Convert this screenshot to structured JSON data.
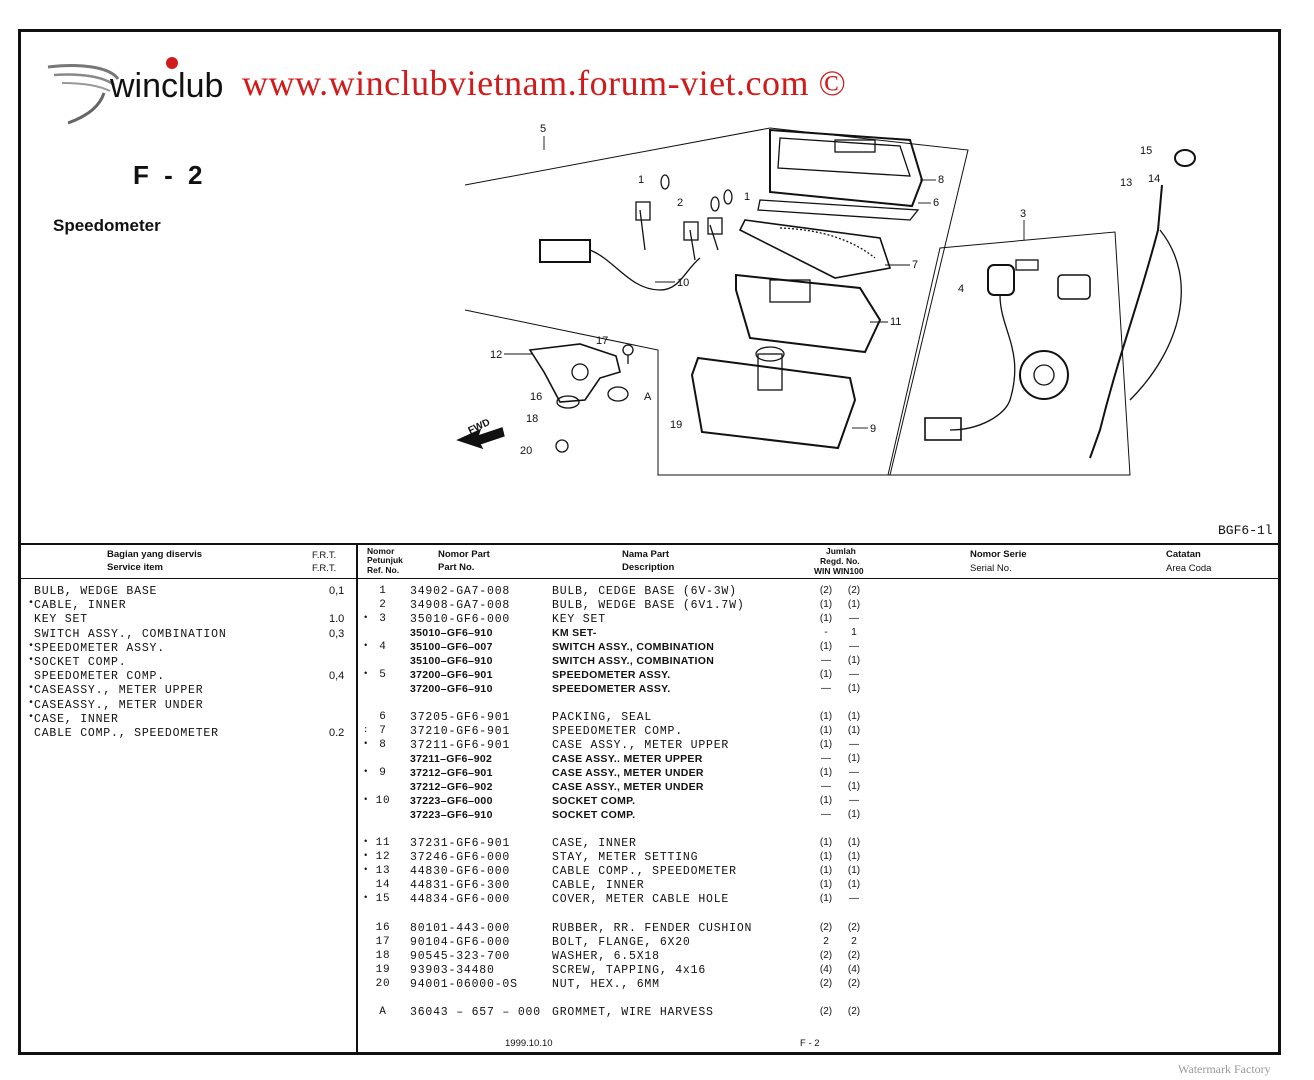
{
  "brand": {
    "logo_text": "winclub",
    "site_url": "www.winclubvietnam.forum-viet.com ©"
  },
  "page": {
    "code": "F - 2",
    "title": "Speedometer",
    "ref_code": "BGF6-1l"
  },
  "headers": {
    "service_line1": "Bagian yang diservis",
    "service_line2": "Service item",
    "frt1": "F.R.T.",
    "frt2": "F.R.T.",
    "ref_line1": "Nomor",
    "ref_line2": "Petunjuk",
    "ref_line3": "Ref. No.",
    "part_line1": "Nomor Part",
    "part_line2": "Part No.",
    "desc_line1": "Nama Part",
    "desc_line2": "Description",
    "qty_line1": "Jumlah",
    "qty_line2": "Regd. No.",
    "qty_line3": "WIN WIN100",
    "serial_line1": "Nomor Serie",
    "serial_line2": "Serial No.",
    "notes_line1": "Catatan",
    "notes_line2": "Area Coda"
  },
  "service_items": [
    {
      "mark": "",
      "name": "BULB, WEDGE BASE",
      "frt": "0,1"
    },
    {
      "mark": "•",
      "name": "CABLE, INNER",
      "frt": ""
    },
    {
      "mark": "",
      "name": "KEY SET",
      "frt": "1.0"
    },
    {
      "mark": "",
      "name": "SWITCH ASSY., COMBINATION",
      "frt": "0,3"
    },
    {
      "mark": "•",
      "name": "SPEEDOMETER ASSY.",
      "frt": ""
    },
    {
      "mark": "•",
      "name": "SOCKET COMP.",
      "frt": ""
    },
    {
      "mark": "",
      "name": "SPEEDOMETER COMP.",
      "frt": "0,4"
    },
    {
      "mark": "•",
      "name": "CASEASSY., METER UPPER",
      "frt": ""
    },
    {
      "mark": "•",
      "name": "CASEASSY., METER UNDER",
      "frt": ""
    },
    {
      "mark": "•",
      "name": "CASE, INNER",
      "frt": ""
    },
    {
      "mark": "",
      "name": "CABLE COMP., SPEEDOMETER",
      "frt": "0.2"
    }
  ],
  "parts": [
    {
      "mark": "",
      "ref": "1",
      "part_no": "34902-GA7-008",
      "desc": "BULB, CEDGE BASE (6V-3W)",
      "q1": "(2)",
      "q2": "(2)"
    },
    {
      "mark": "",
      "ref": "2",
      "part_no": "34908-GA7-008",
      "desc": "BULB, WEDGE BASE (6V1.7W)",
      "q1": "(1)",
      "q2": "(1)"
    },
    {
      "mark": "•",
      "ref": "3",
      "part_no": "35010-GF6-000",
      "desc": "KEY SET",
      "q1": "(1)",
      "q2": "—"
    },
    {
      "mark": "",
      "ref": "",
      "part_no": "35010–GF6–910",
      "desc": "KM SET-",
      "q1": "-",
      "q2": "1",
      "small": true
    },
    {
      "mark": "•",
      "ref": "4",
      "part_no": "35100–GF6–007",
      "desc": "SWITCH ASSY., COMBINATION",
      "q1": "(1)",
      "q2": "—",
      "small": true
    },
    {
      "mark": "",
      "ref": "",
      "part_no": "35100–GF6–910",
      "desc": "SWITCH ASSY., COMBINATION",
      "q1": "—",
      "q2": "(1)",
      "small": true
    },
    {
      "mark": "•",
      "ref": "5",
      "part_no": "37200–GF6–901",
      "desc": "SPEEDOMETER ASSY.",
      "q1": "(1)",
      "q2": "—",
      "small": true
    },
    {
      "mark": "",
      "ref": "",
      "part_no": "37200–GF6–910",
      "desc": "SPEEDOMETER ASSY.",
      "q1": "—",
      "q2": "(1)",
      "small": true
    },
    {
      "mark": "",
      "ref": "6",
      "part_no": "37205-GF6-901",
      "desc": "PACKING, SEAL",
      "q1": "(1)",
      "q2": "(1)"
    },
    {
      "mark": ":",
      "ref": "7",
      "part_no": "37210-GF6-901",
      "desc": "SPEEDOMETER COMP.",
      "q1": "(1)",
      "q2": "(1)"
    },
    {
      "mark": "•",
      "ref": "8",
      "part_no": "37211-GF6-901",
      "desc": "CASE ASSY., METER UPPER",
      "q1": "(1)",
      "q2": "—"
    },
    {
      "mark": "",
      "ref": "",
      "part_no": "37211–GF6–902",
      "desc": "CASE ASSY.. METER UPPER",
      "q1": "—",
      "q2": "(1)",
      "small": true
    },
    {
      "mark": "•",
      "ref": "9",
      "part_no": "37212–GF6–901",
      "desc": "CASE ASSY., METER UNDER",
      "q1": "(1)",
      "q2": "—",
      "small": true
    },
    {
      "mark": "",
      "ref": "",
      "part_no": "37212–GF6–902",
      "desc": "CASE ASSY., METER UNDER",
      "q1": "—",
      "q2": "(1)",
      "small": true
    },
    {
      "mark": "•",
      "ref": "10",
      "part_no": "37223–GF6–000",
      "desc": "SOCKET COMP.",
      "q1": "(1)",
      "q2": "—",
      "small": true
    },
    {
      "mark": "",
      "ref": "",
      "part_no": "37223–GF6–910",
      "desc": "SOCKET COMP.",
      "q1": "—",
      "q2": "(1)",
      "small": true
    },
    {
      "mark": "•",
      "ref": "11",
      "part_no": "37231-GF6-901",
      "desc": "CASE, INNER",
      "q1": "(1)",
      "q2": "(1)"
    },
    {
      "mark": "•",
      "ref": "12",
      "part_no": "37246-GF6-000",
      "desc": "STAY, METER SETTING",
      "q1": "(1)",
      "q2": "(1)"
    },
    {
      "mark": "•",
      "ref": "13",
      "part_no": "44830-GF6-000",
      "desc": "CABLE COMP., SPEEDOMETER",
      "q1": "(1)",
      "q2": "(1)"
    },
    {
      "mark": "",
      "ref": "14",
      "part_no": "44831-GF6-300",
      "desc": "CABLE, INNER",
      "q1": "(1)",
      "q2": "(1)"
    },
    {
      "mark": "•",
      "ref": "15",
      "part_no": "44834-GF6-000",
      "desc": "COVER, METER CABLE HOLE",
      "q1": "(1)",
      "q2": "—"
    },
    {
      "mark": "",
      "ref": "16",
      "part_no": "80101-443-000",
      "desc": "RUBBER, RR. FENDER CUSHION",
      "q1": "(2)",
      "q2": "(2)"
    },
    {
      "mark": "",
      "ref": "17",
      "part_no": "90104-GF6-000",
      "desc": "BOLT, FLANGE, 6X20",
      "q1": "2",
      "q2": "2"
    },
    {
      "mark": "",
      "ref": "18",
      "part_no": "90545-323-700",
      "desc": "WASHER, 6.5X18",
      "q1": "(2)",
      "q2": "(2)"
    },
    {
      "mark": "",
      "ref": "19",
      "part_no": "93903-34480",
      "desc": "SCREW, TAPPING, 4x16",
      "q1": "(4)",
      "q2": "(4)"
    },
    {
      "mark": "",
      "ref": "20",
      "part_no": "94001-06000-0S",
      "desc": "NUT, HEX., 6MM",
      "q1": "(2)",
      "q2": "(2)"
    },
    {
      "mark": "",
      "ref": "A",
      "part_no": "36043 – 657 – 000",
      "desc": "GROMMET, WIRE HARVESS",
      "q1": "(2)",
      "q2": "(2)"
    }
  ],
  "diagram_callouts": [
    "1",
    "1",
    "2",
    "3",
    "4",
    "5",
    "6",
    "7",
    "8",
    "9",
    "10",
    "11",
    "12",
    "13",
    "14",
    "15",
    "16",
    "17",
    "18",
    "19",
    "20",
    "A",
    "FWD"
  ],
  "footer": {
    "date": "1999.10.10",
    "page": "F - 2"
  },
  "watermark": "Watermark Factory"
}
